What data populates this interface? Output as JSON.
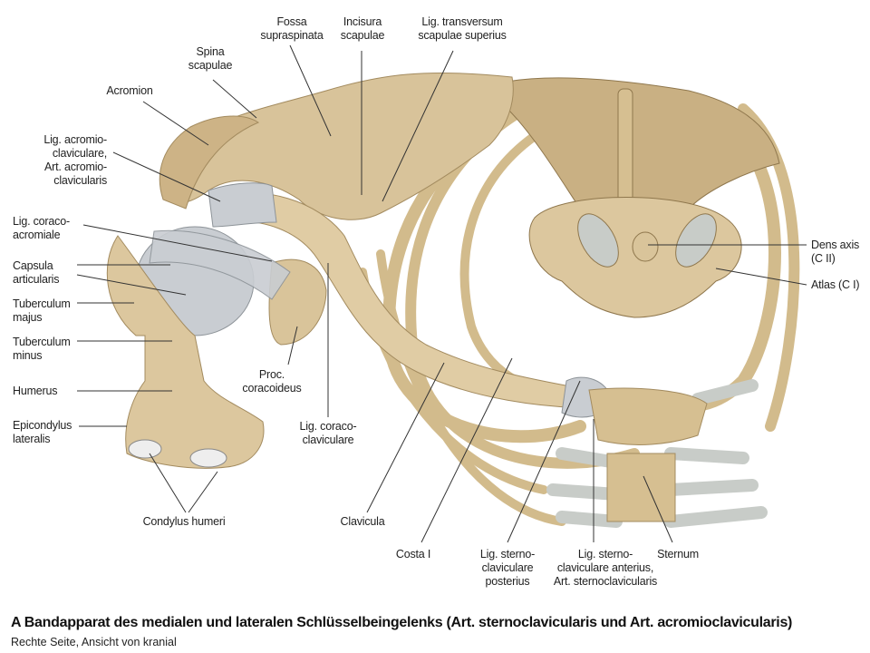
{
  "figure": {
    "caption": "A Bandapparat des medialen und lateralen Schlüsselbeingelenks (Art. sternoclavicularis und Art. acromioclavicularis)",
    "subcaption": "Rechte Seite, Ansicht von kranial"
  },
  "labels": {
    "fossa_supraspinata": "Fossa\nsupraspinata",
    "incisura_scapulae": "Incisura\nscapulae",
    "lig_transversum": "Lig. transversum\nscapulae superius",
    "spina_scapulae": "Spina\nscapulae",
    "acromion": "Acromion",
    "lig_acromioclaviculare": "Lig. acromio-\nclaviculare,\nArt. acromio-\nclavicularis",
    "lig_coracoacromiale": "Lig. coraco-\nacromiale",
    "capsula_articularis": "Capsula\narticularis",
    "tuberculum_majus": "Tuberculum\nmajus",
    "tuberculum_minus": "Tuberculum\nminus",
    "humerus": "Humerus",
    "epicondylus_lateralis": "Epicondylus\nlateralis",
    "condylus_humeri": "Condylus humeri",
    "proc_coracoideus": "Proc.\ncoracoideus",
    "lig_coracoclaviculare": "Lig. coraco-\nclaviculare",
    "clavicula": "Clavicula",
    "costa_i": "Costa I",
    "lig_sternoclav_post": "Lig. sterno-\nclaviculare\nposterius",
    "lig_sternoclav_ant": "Lig. sterno-\nclaviculare anterius,\nArt. sternoclavicularis",
    "sternum": "Sternum",
    "dens_axis": "Dens axis\n(C II)",
    "atlas": "Atlas (C I)"
  },
  "colors": {
    "bone": "#d9c49a",
    "bone_shadow": "#b89e6e",
    "ligament": "#c9cdd2",
    "cartilage": "#c8ccc8",
    "leader": "#333333"
  }
}
